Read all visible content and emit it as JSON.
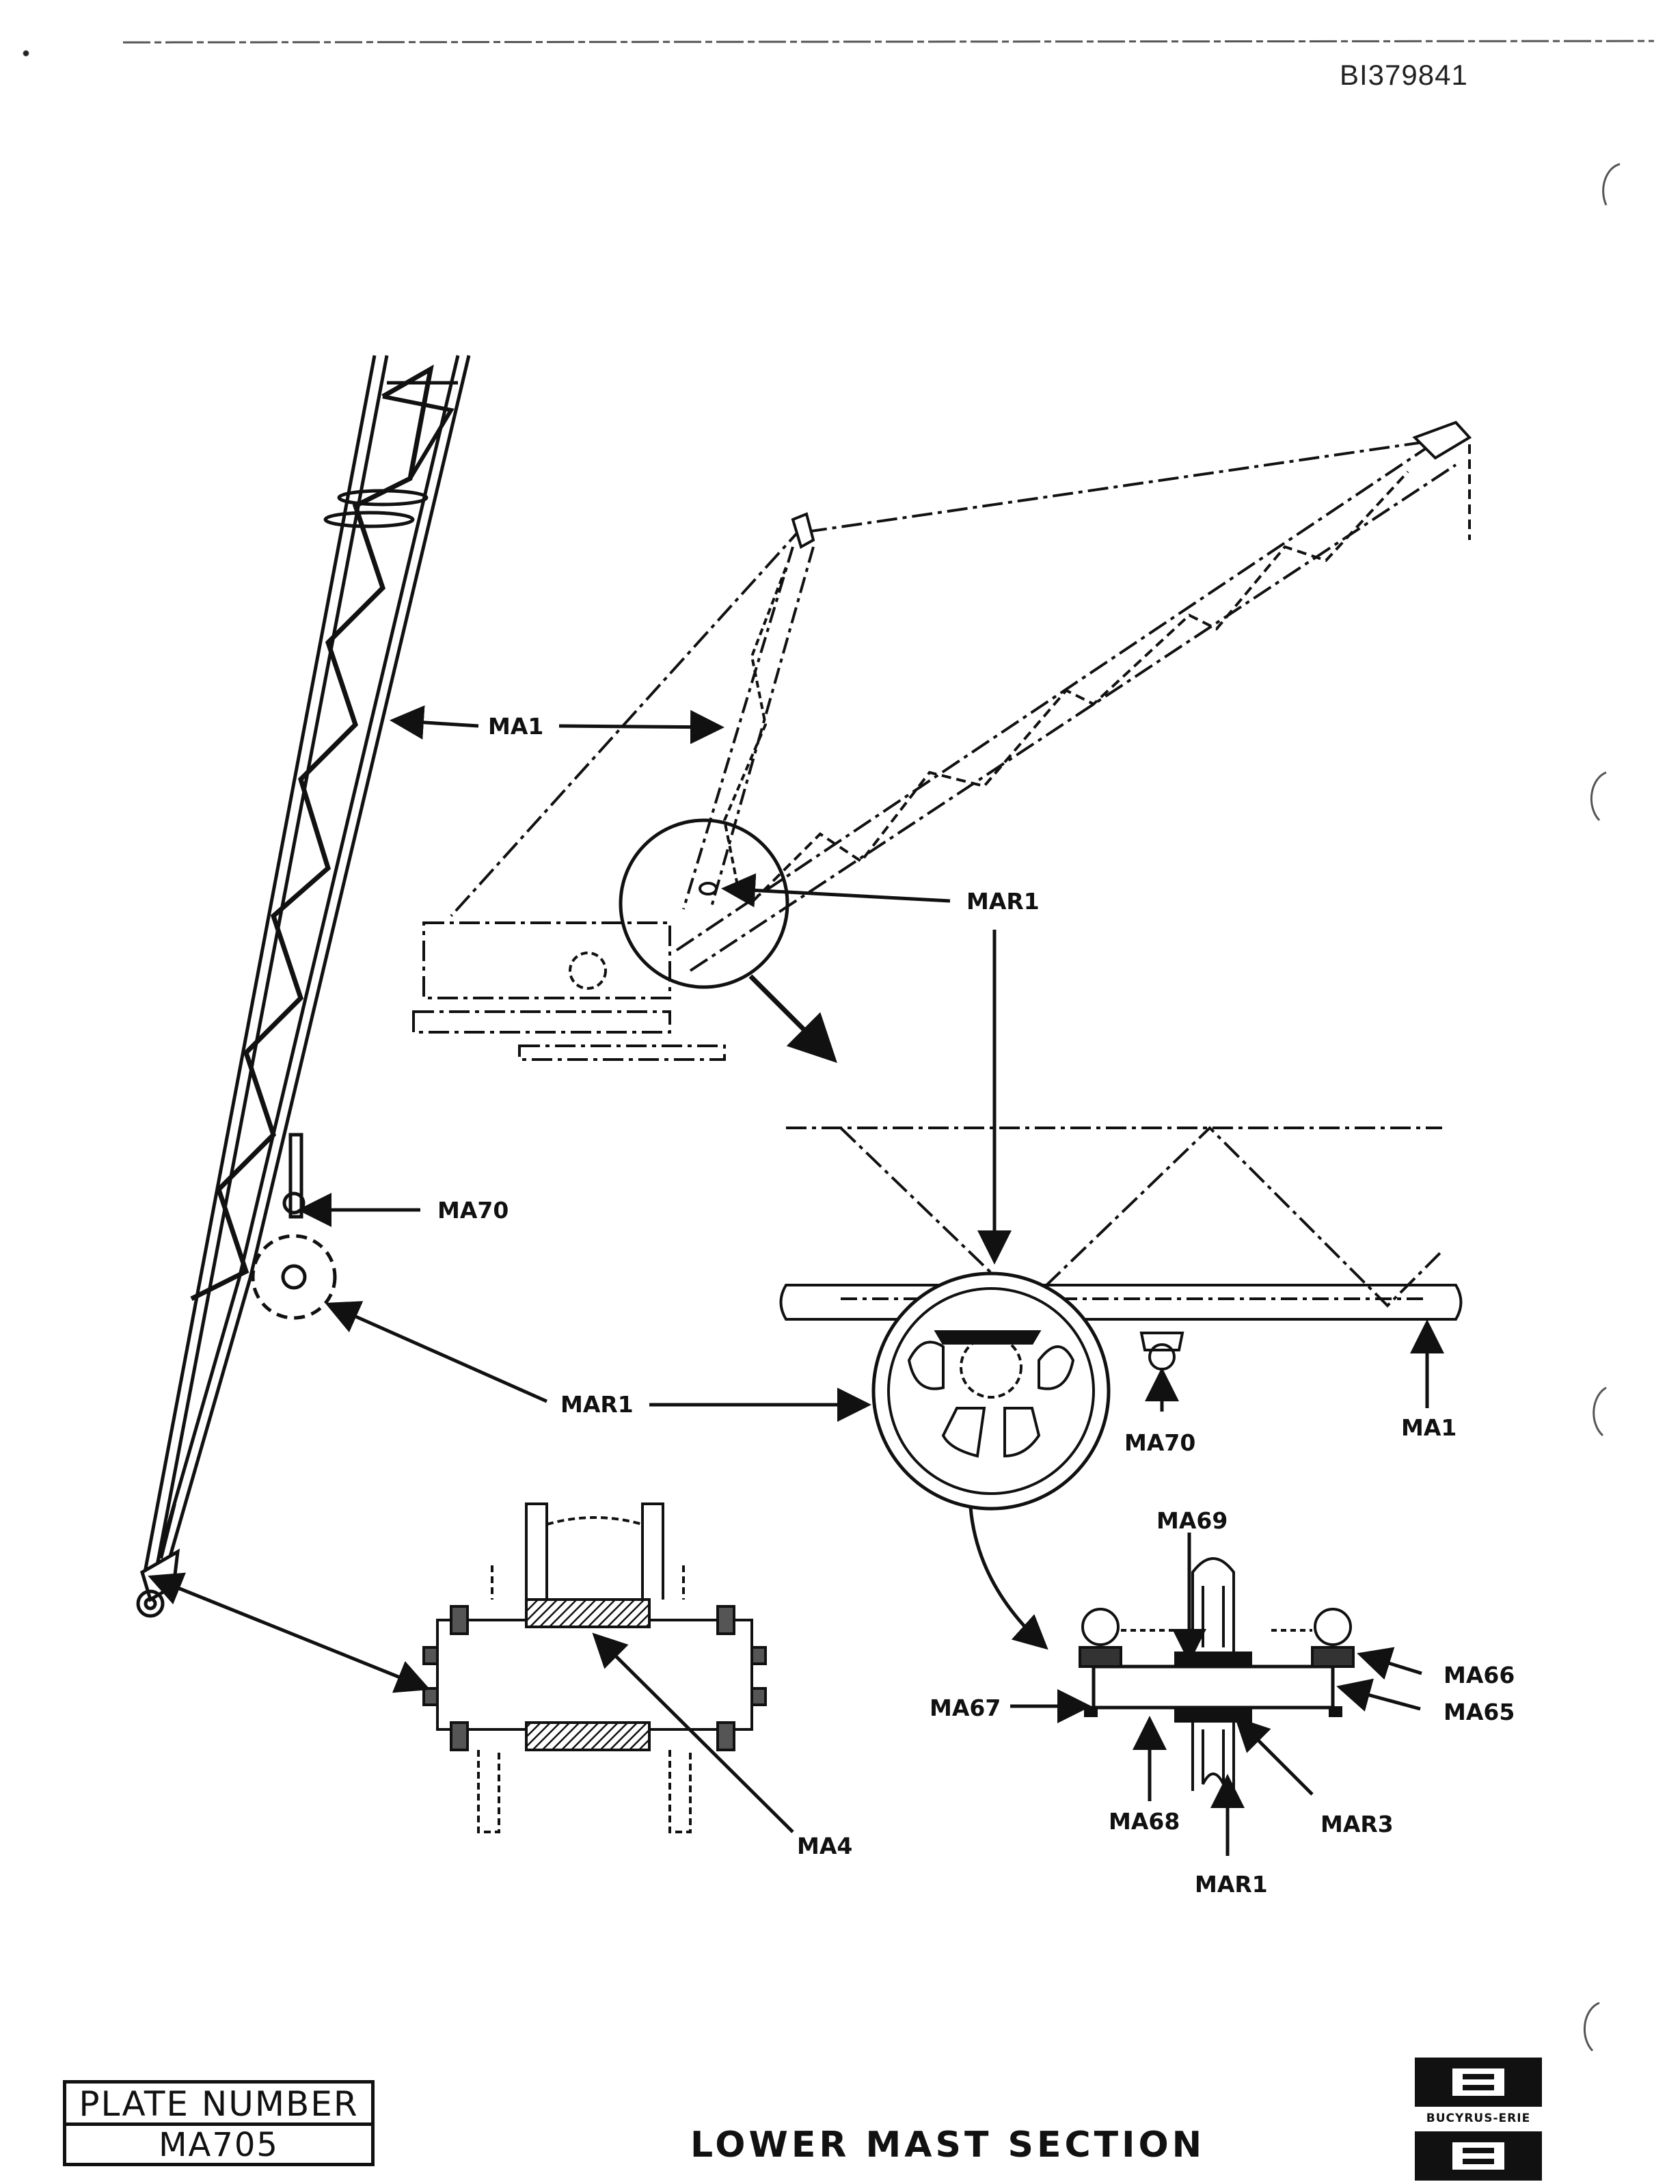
{
  "document": {
    "id_stamp": "BI379841",
    "plate_label": "PLATE NUMBER",
    "plate_number": "MA705",
    "title": "LOWER MAST SECTION",
    "logo_text": "BUCYRUS-ERIE"
  },
  "callouts": {
    "ma1_left": "MA1",
    "mar1_top": "MAR1",
    "ma70_left": "MA70",
    "mar1_mid": "MAR1",
    "ma70_detail": "MA70",
    "ma1_detail": "MA1",
    "ma4": "MA4",
    "ma69": "MA69",
    "ma66": "MA66",
    "ma67": "MA67",
    "ma65": "MA65",
    "ma68": "MA68",
    "mar3": "MAR3",
    "mar1_bottom": "MAR1"
  }
}
